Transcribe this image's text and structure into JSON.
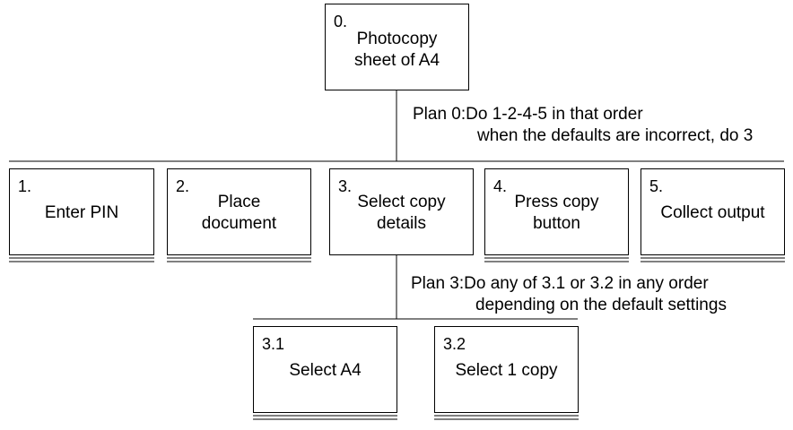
{
  "root": {
    "num": "0.",
    "label": "Photocopy\nsheet of A4"
  },
  "plan0": {
    "head": "Plan 0: ",
    "line1": "Do 1-2-4-5 in that order",
    "line2": "when the defaults are incorrect, do 3"
  },
  "tasks": [
    {
      "num": "1.",
      "label": "Enter PIN"
    },
    {
      "num": "2.",
      "label": "Place\ndocument"
    },
    {
      "num": "3.",
      "label": "Select copy\ndetails"
    },
    {
      "num": "4.",
      "label": "Press copy\nbutton"
    },
    {
      "num": "5.",
      "label": "Collect output"
    }
  ],
  "plan3": {
    "head": "Plan 3: ",
    "line1": "Do any of 3.1 or 3.2 in any order",
    "line2": "depending on the default settings"
  },
  "subtasks": [
    {
      "num": "3.1",
      "label": "Select A4"
    },
    {
      "num": "3.2",
      "label": "Select 1 copy"
    }
  ]
}
